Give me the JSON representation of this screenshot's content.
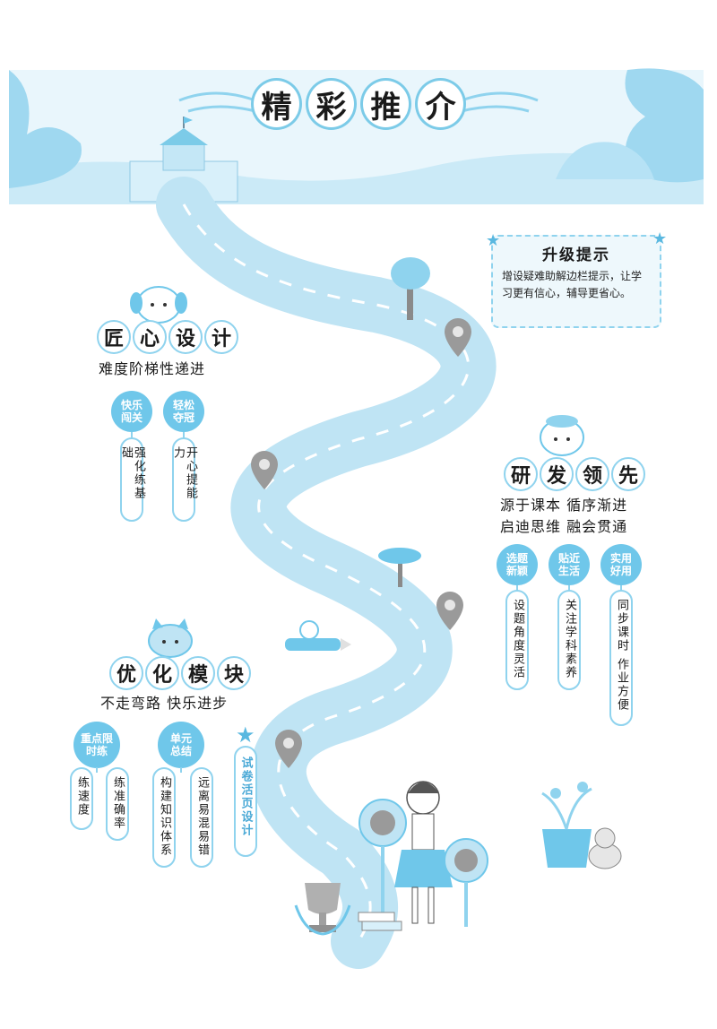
{
  "header": {
    "title_chars": [
      "精",
      "彩",
      "推",
      "介"
    ]
  },
  "tip": {
    "title": "升级提示",
    "body": "增设疑难助解边栏提示，让学习更有信心，辅导更省心。"
  },
  "section_craft": {
    "title_chars": [
      "匠",
      "心",
      "设",
      "计"
    ],
    "subtitle": "难度阶梯性递进",
    "items": [
      {
        "badge": "快乐闯关",
        "pill": "强化练基础"
      },
      {
        "badge": "轻松夺冠",
        "pill": "开心提能力"
      }
    ]
  },
  "section_research": {
    "title_chars": [
      "研",
      "发",
      "领",
      "先"
    ],
    "subtitle_1": "源于课本  循序渐进",
    "subtitle_2": "启迪思维  融会贯通",
    "items": [
      {
        "badge": "选题新颖",
        "pill": "设题角度灵活"
      },
      {
        "badge": "贴近生活",
        "pill": "关注学科素养"
      },
      {
        "badge": "实用好用",
        "pill": "同步课时 作业方便"
      }
    ]
  },
  "section_module": {
    "title_chars": [
      "优",
      "化",
      "模",
      "块"
    ],
    "subtitle": "不走弯路  快乐进步",
    "groups": [
      {
        "badge": "重点限时练",
        "pills": [
          "练速度",
          "练准确率"
        ]
      },
      {
        "badge": "单元总结",
        "pills": [
          "构建知识体系",
          "远离易混易错"
        ]
      }
    ],
    "test_paper": "试卷活页设计"
  },
  "colors": {
    "accent": "#6fc7ea",
    "road": "#bfe4f4",
    "road_dash": "#ffffff",
    "pin": "#9a9a9a"
  }
}
